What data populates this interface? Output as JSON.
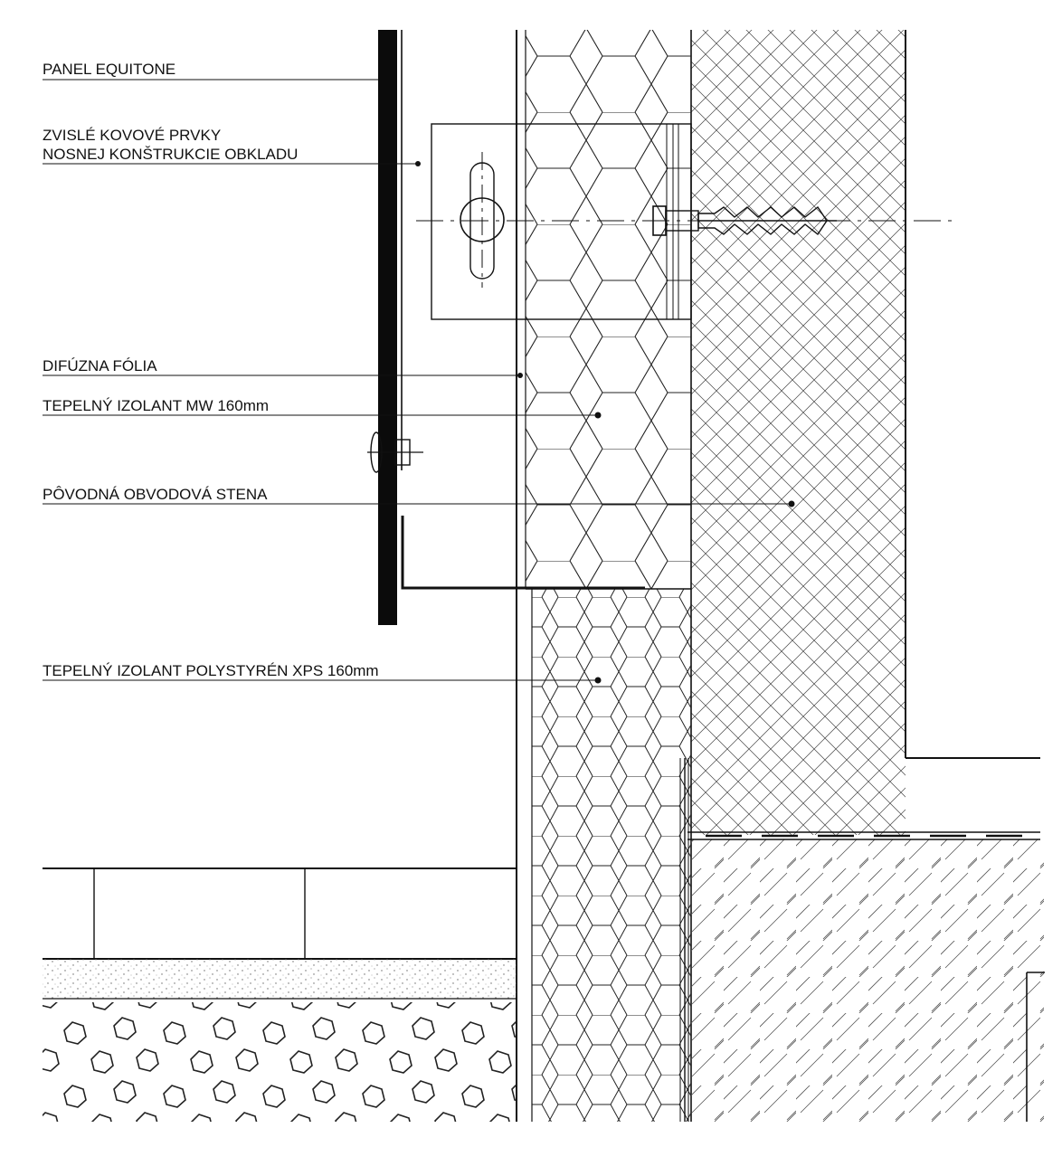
{
  "labels": {
    "panel": "PANEL EQUITONE",
    "rails_1": "ZVISLÉ KOVOVÉ PRVKY",
    "rails_2": "NOSNEJ KONŠTRUKCIE OBKLADU",
    "foil": "DIFÚZNA FÓLIA",
    "mw": "TEPELNÝ IZOLANT MW 160mm",
    "wall": "PÔVODNÁ OBVODOVÁ STENA",
    "xps": "TEPELNÝ IZOLANT POLYSTYRÉN XPS 160mm"
  }
}
